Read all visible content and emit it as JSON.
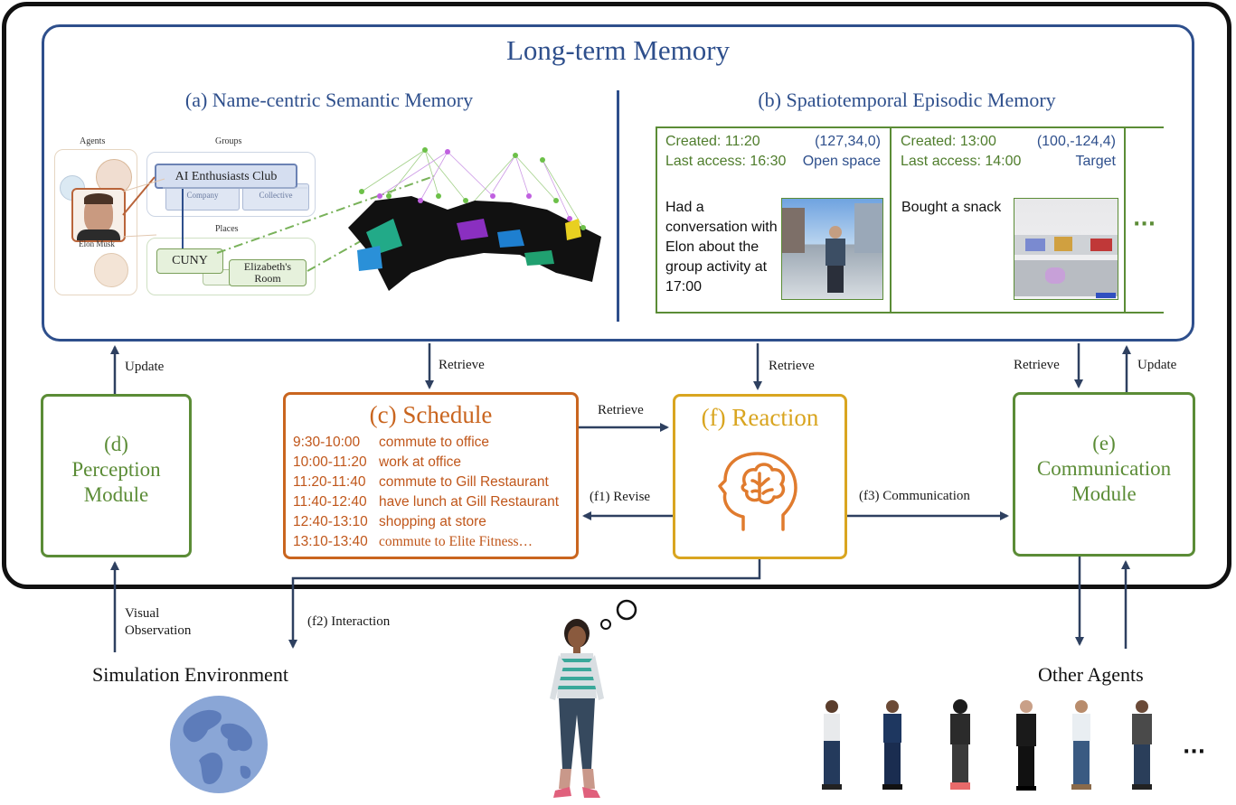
{
  "long_term_memory": {
    "title": "Long-term Memory",
    "semantic": {
      "title": "(a) Name-centric Semantic Memory",
      "agents_label": "Agents",
      "groups_label": "Groups",
      "places_label": "Places",
      "agent_name": "Elon Musk",
      "group_name": "AI Enthusiasts Club",
      "group_sub1": "Company",
      "group_sub2": "Collective",
      "place1": "CUNY",
      "place2": "Elizabeth's Room"
    },
    "episodic": {
      "title": "(b) Spatiotemporal Episodic Memory",
      "episodes": [
        {
          "created": "Created: 11:20",
          "coords": "(127,34,0)",
          "last_access": "Last access: 16:30",
          "place": "Open space",
          "text": "Had a conversation with Elon about the group activity at 17:00"
        },
        {
          "created": "Created: 13:00",
          "coords": "(100,-124,4)",
          "last_access": "Last access: 14:00",
          "place": "Target",
          "text": "Bought a snack"
        }
      ],
      "more": "···"
    }
  },
  "edges": {
    "update_left": "Update",
    "retrieve_schedule": "Retrieve",
    "retrieve_reaction": "Retrieve",
    "retrieve_comm": "Retrieve",
    "update_right": "Update",
    "schedule_to_reaction": "Retrieve",
    "revise": "(f1) Revise",
    "communication": "(f3) Communication",
    "interaction": "(f2) Interaction",
    "visual_obs_1": "Visual",
    "visual_obs_2": "Observation"
  },
  "perception": {
    "letter": "(d)",
    "line1": "Perception",
    "line2": "Module"
  },
  "communication": {
    "letter": "(e)",
    "line1": "Communication",
    "line2": "Module"
  },
  "reaction": {
    "title": "(f) Reaction"
  },
  "schedule": {
    "title": "(c) Schedule",
    "rows": [
      {
        "time": "9:30-10:00",
        "task": "commute to office"
      },
      {
        "time": "10:00-11:20",
        "task": "work at office"
      },
      {
        "time": "11:20-11:40",
        "task": "commute to Gill Restaurant"
      },
      {
        "time": "11:40-12:40",
        "task": "have lunch at Gill Restaurant"
      },
      {
        "time": "12:40-13:10",
        "task": "shopping at store"
      },
      {
        "time": "13:10-13:40",
        "task": "commute to Elite Fitness…"
      }
    ]
  },
  "bottom": {
    "sim_env": "Simulation Environment",
    "other_agents": "Other Agents",
    "more": "···"
  },
  "colors": {
    "blue": "#2e4f8c",
    "green": "#5b8c36",
    "orange": "#c9651f",
    "gold": "#d9a520"
  }
}
